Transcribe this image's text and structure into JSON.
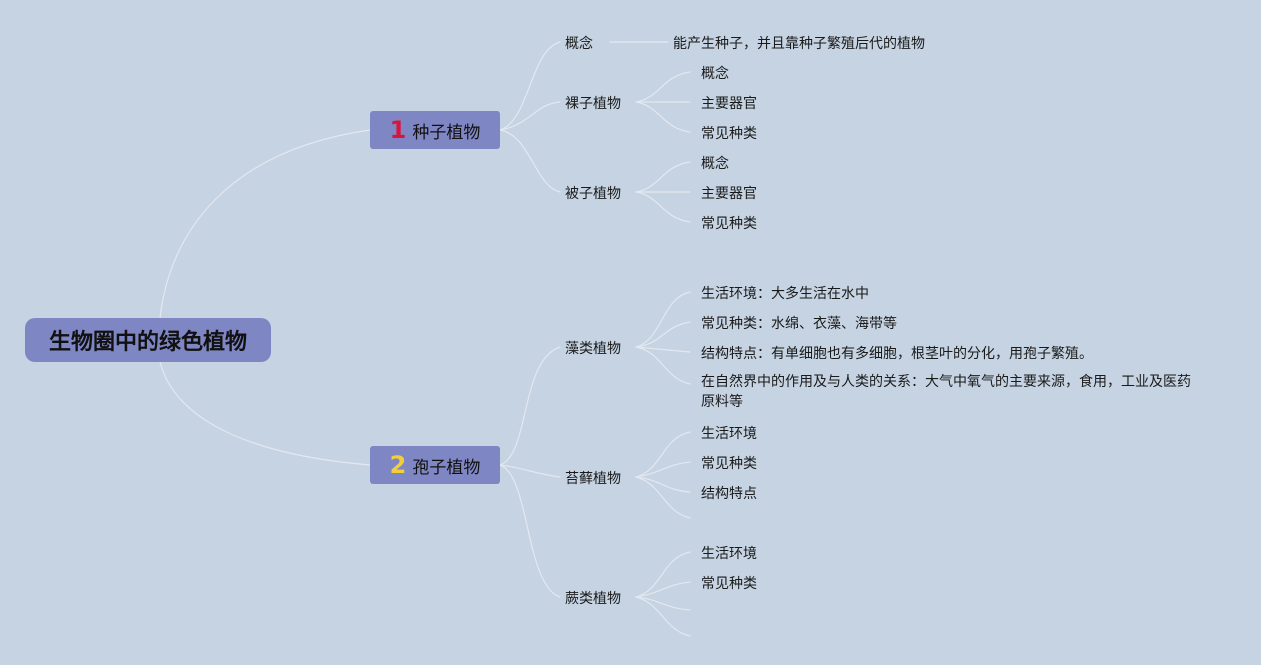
{
  "root": {
    "label": "生物圈中的绿色植物"
  },
  "branches": [
    {
      "number": "1",
      "number_color": "#d8163c",
      "label": "种子植物",
      "children": [
        {
          "label": "概念",
          "leaves": [
            "能产生种子，并且靠种子繁殖后代的植物"
          ]
        },
        {
          "label": "裸子植物",
          "leaves": [
            "概念",
            "主要器官",
            "常见种类"
          ]
        },
        {
          "label": "被子植物",
          "leaves": [
            "概念",
            "主要器官",
            "常见种类"
          ]
        }
      ]
    },
    {
      "number": "2",
      "number_color": "#f2cf3a",
      "label": "孢子植物",
      "children": [
        {
          "label": "藻类植物",
          "leaves": [
            "生活环境：大多生活在水中",
            "常见种类：水绵、衣藻、海带等",
            "结构特点：有单细胞也有多细胞，根茎叶的分化，用孢子繁殖。",
            "在自然界中的作用及与人类的关系：大气中氧气的主要来源，食用，工业及医药原料等"
          ]
        },
        {
          "label": "苔藓植物",
          "leaves": [
            "生活环境",
            "常见种类",
            "结构特点"
          ]
        },
        {
          "label": "蕨类植物",
          "leaves": [
            "生活环境",
            "常见种类"
          ]
        }
      ]
    }
  ],
  "colors": {
    "background": "#c5d3e2",
    "node_fill": "#7f86c4",
    "link": "#e3e8f0"
  }
}
